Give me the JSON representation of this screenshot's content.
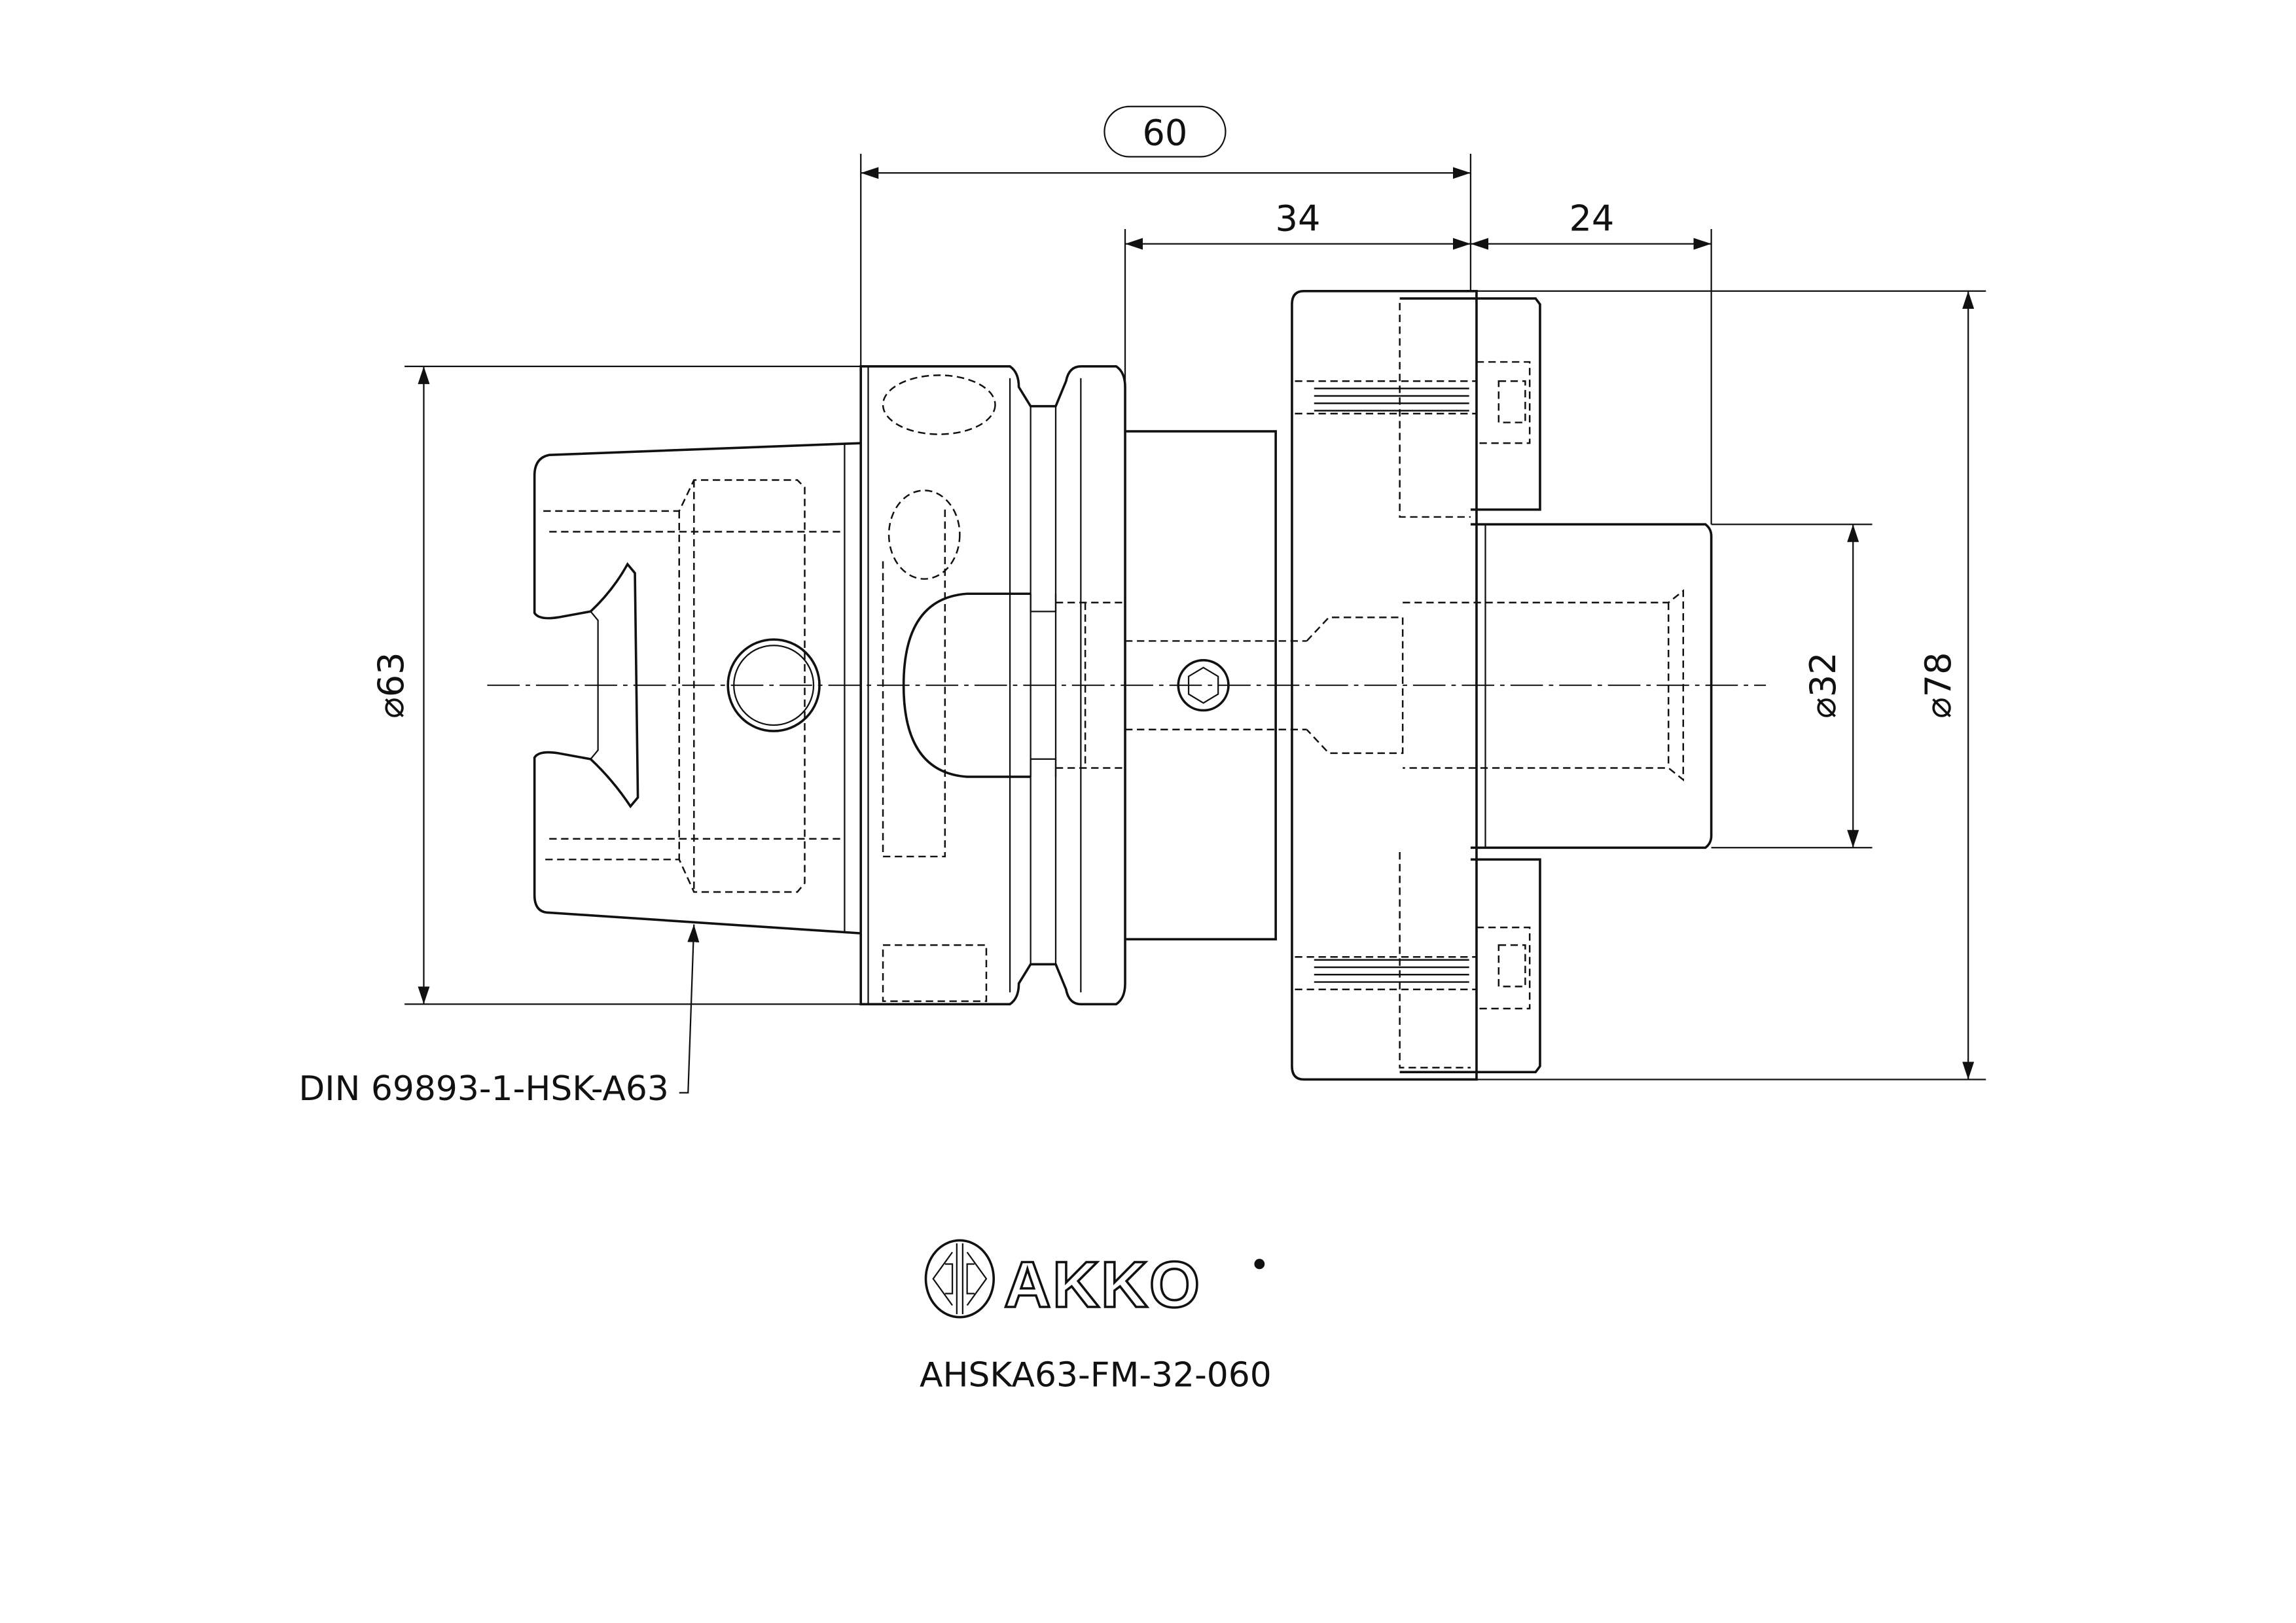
{
  "dimensions": {
    "overall_length": "60",
    "shank_length": "34",
    "projection_length": "24",
    "hsk_diameter": "⌀63",
    "pilot_diameter": "⌀32",
    "flange_diameter": "⌀78"
  },
  "callout": {
    "interface_standard": "DIN 69893-1-HSK-A63"
  },
  "title_block": {
    "brand": "AKKO",
    "part_number": "AHSKA63-FM-32-060"
  },
  "colors": {
    "line": "#111111",
    "background": "#ffffff"
  }
}
